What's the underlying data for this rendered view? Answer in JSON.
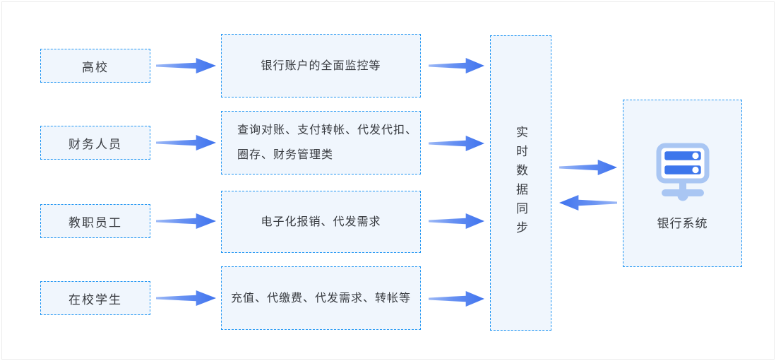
{
  "diagram": {
    "left_nodes": [
      {
        "label": "高校"
      },
      {
        "label": "财务人员"
      },
      {
        "label": "教职员工"
      },
      {
        "label": "在校学生"
      }
    ],
    "middle_nodes": [
      {
        "lines": [
          "银行账户的全面监控等"
        ]
      },
      {
        "lines": [
          "查询对账、支付转帐、代发代扣、",
          "圈存、财务管理类"
        ]
      },
      {
        "lines": [
          "电子化报销、代发需求"
        ]
      },
      {
        "lines": [
          "充值、代缴费、代发需求、转帐等"
        ]
      }
    ],
    "sync_node": {
      "label": "实时数据同步"
    },
    "bank_node": {
      "label": "银行系统",
      "icon": "server-icon"
    },
    "connections": [
      {
        "from": "高校",
        "to": "银行账户的全面监控等",
        "direction": "right"
      },
      {
        "from": "财务人员",
        "to": "查询对账、支付转帐、代发代扣、圈存、财务管理类",
        "direction": "right"
      },
      {
        "from": "教职员工",
        "to": "电子化报销、代发需求",
        "direction": "right"
      },
      {
        "from": "在校学生",
        "to": "充值、代缴费、代发需求、转帐等",
        "direction": "right"
      },
      {
        "from": "银行账户的全面监控等",
        "to": "实时数据同步",
        "direction": "right"
      },
      {
        "from": "查询对账、支付转帐、代发代扣、圈存、财务管理类",
        "to": "实时数据同步",
        "direction": "right"
      },
      {
        "from": "电子化报销、代发需求",
        "to": "实时数据同步",
        "direction": "right"
      },
      {
        "from": "充值、代缴费、代发需求、转帐等",
        "to": "实时数据同步",
        "direction": "right"
      },
      {
        "from": "实时数据同步",
        "to": "银行系统",
        "direction": "right"
      },
      {
        "from": "银行系统",
        "to": "实时数据同步",
        "direction": "left"
      }
    ],
    "colors": {
      "dashed_border": "#2196f3",
      "node_fill": "#f0f6fd",
      "arrow_dark": "#3f73ee",
      "arrow_light": "#90b1f6",
      "icon_light": "#a9c6f3",
      "icon_dark": "#3d76ec",
      "text": "#383b40"
    }
  }
}
